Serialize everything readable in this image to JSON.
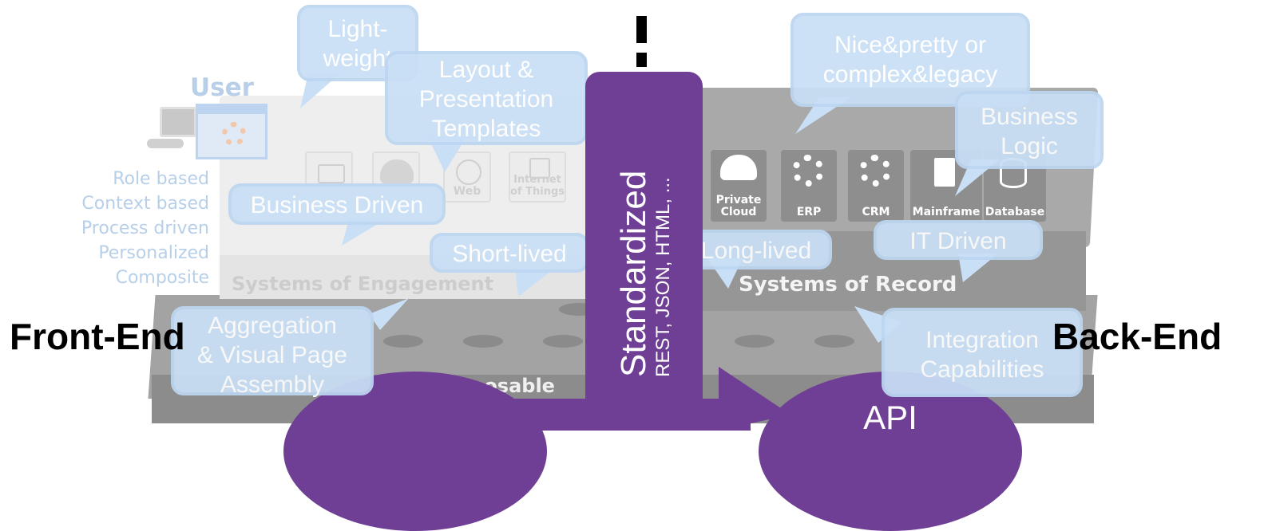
{
  "user_label": "User",
  "front_end_label": "Front-End",
  "back_end_label": "Back-End",
  "user_features": [
    "Role based",
    "Context based",
    "Process driven",
    "Personalized",
    "Composite"
  ],
  "engagement_layer": {
    "title": "Systems of Engagement",
    "tiles": [
      "Web",
      "Internet\nof Things"
    ]
  },
  "record_layer": {
    "title": "Systems of Record",
    "tiles": [
      "Private\nCloud",
      "ERP",
      "CRM",
      "Mainframe",
      "Database"
    ]
  },
  "composable_label": "Composable",
  "center_bar": {
    "title": "Standardized",
    "subtitle": "REST, JSON, HTML, ..."
  },
  "bubbles": {
    "lightweight": "Light-\nweight",
    "layout": "Layout &\nPresentation\nTemplates",
    "business_driven": "Business Driven",
    "short_lived": "Short-lived",
    "aggregation": "Aggregation\n& Visual Page\nAssembly",
    "nice_pretty": "Nice&pretty or\ncomplex&legacy",
    "business_logic": "Business\nLogic",
    "long_lived": "Long-lived",
    "it_driven": "IT Driven",
    "integration": "Integration\nCapabilities"
  },
  "api_label": "API",
  "colors": {
    "purple": "#6f3f95",
    "bubble_fill": "#c9dff6",
    "bubble_border": "#bdd6f1",
    "feature_text": "#b7cfe9"
  }
}
